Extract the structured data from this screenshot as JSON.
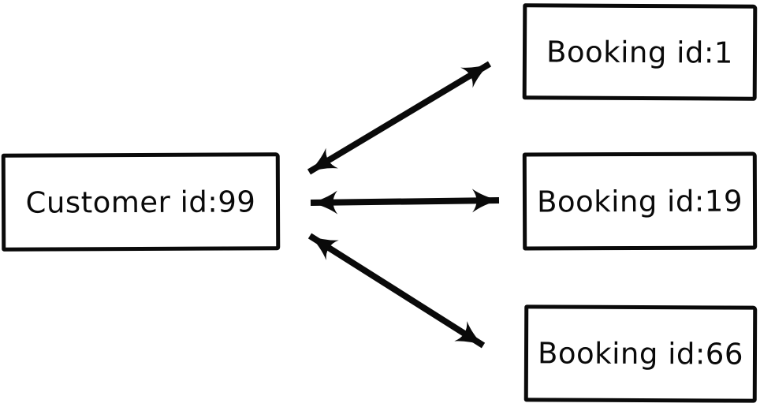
{
  "diagram": {
    "background_color": "#ffffff",
    "stroke_color": "#0a0a0a",
    "style": "hand-drawn sketch",
    "nodes": {
      "customer": {
        "label": "Customer id:99"
      },
      "bookings": [
        {
          "label": "Booking id:1"
        },
        {
          "label": "Booking id:19"
        },
        {
          "label": "Booking id:66"
        }
      ]
    },
    "edges": [
      {
        "from": "Customer id:99",
        "to": "Booking id:1",
        "direction": "bidirectional"
      },
      {
        "from": "Customer id:99",
        "to": "Booking id:19",
        "direction": "bidirectional"
      },
      {
        "from": "Customer id:99",
        "to": "Booking id:66",
        "direction": "bidirectional"
      }
    ]
  }
}
